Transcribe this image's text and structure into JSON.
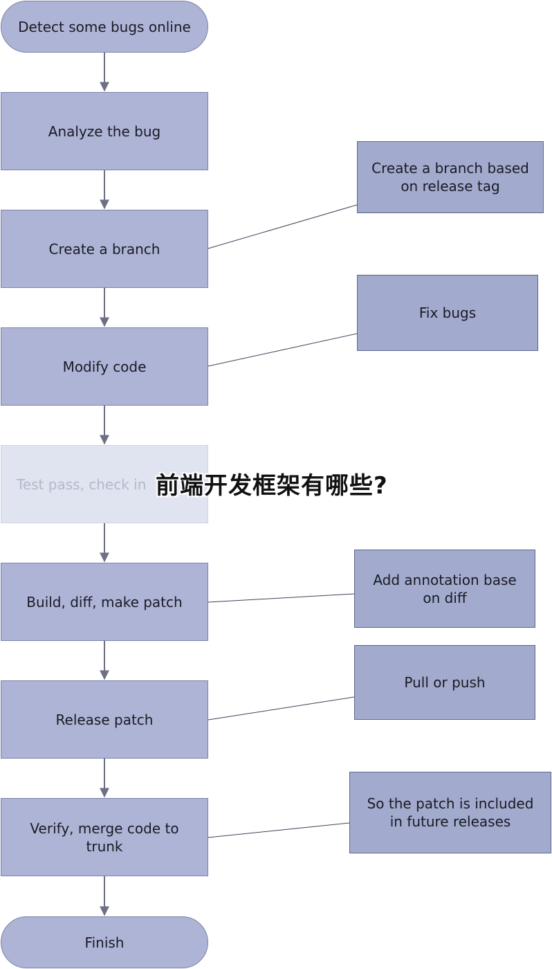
{
  "watermark": "前端开发框架有哪些?",
  "steps": [
    "Detect some bugs online",
    "Analyze the bug",
    "Create a branch",
    "Modify code",
    "Test pass, check in",
    "Build, diff, make patch",
    "Release patch",
    "Verify,  merge code to trunk",
    "Finish"
  ],
  "notes": {
    "create_branch": "Create a branch based on release tag",
    "modify_code": "Fix bugs",
    "build": "Add annotation base on diff",
    "release": "Pull or push",
    "verify": "So the patch is included in future releases"
  },
  "colors": {
    "node_fill": "#aeb4d6",
    "note_fill": "#a2aacd",
    "connector": "#6d6f84"
  }
}
